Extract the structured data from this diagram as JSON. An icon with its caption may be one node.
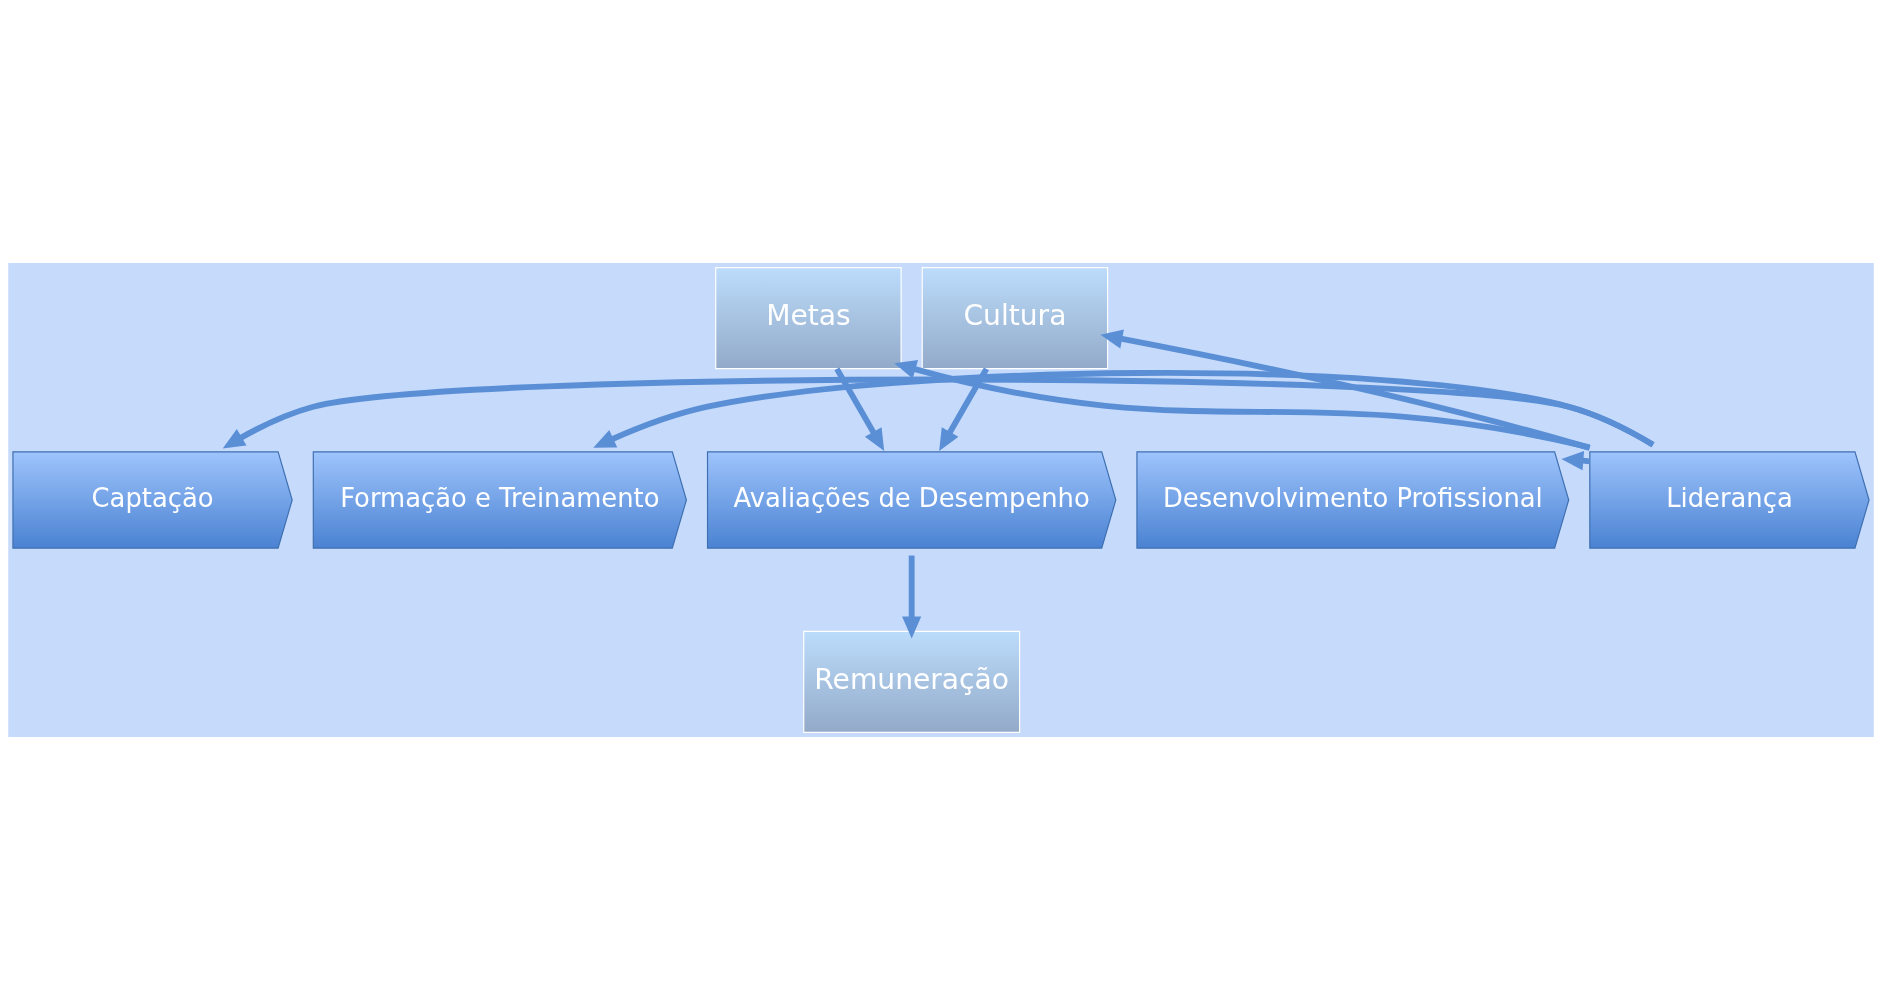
{
  "diagram": {
    "nodes": [
      {
        "text": [
          "Metas"
        ]
      },
      {
        "text": [
          "Cultura"
        ]
      },
      {
        "text": [
          "Captação"
        ]
      },
      {
        "text": [
          "Formação e Treinamento"
        ]
      },
      {
        "text": [
          "Avaliações de Desempenho"
        ]
      },
      {
        "text": [
          "Desenvolvimento Profissional"
        ]
      },
      {
        "text": [
          "Liderança"
        ]
      },
      {
        "text": [
          "Remuneração"
        ]
      }
    ],
    "edges": [
      {
        "from": 6,
        "to": 0,
        "arrow": "to"
      },
      {
        "from": 6,
        "to": 1,
        "arrow": "to"
      },
      {
        "from": 0,
        "to": 4,
        "arrow": "to"
      },
      {
        "from": 1,
        "to": 4,
        "arrow": "to"
      },
      {
        "from": 4,
        "to": 7,
        "arrow": "to"
      },
      {
        "from": 6,
        "to": 2,
        "arrow": "to"
      },
      {
        "from": 6,
        "to": 3,
        "arrow": "to"
      },
      {
        "from": 6,
        "to": 5,
        "arrow": "to"
      }
    ]
  }
}
